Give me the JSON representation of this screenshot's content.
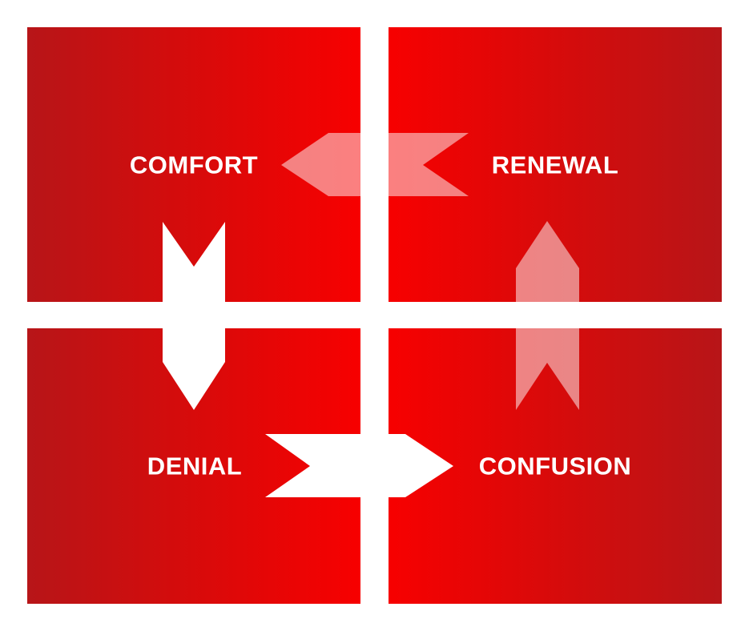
{
  "diagram": {
    "stages": {
      "top_left": "COMFORT",
      "top_right": "RENEWAL",
      "bottom_left": "DENIAL",
      "bottom_right": "CONFUSION"
    },
    "colors": {
      "quadrant_dark": "#b71518",
      "quadrant_bright": "#f70000",
      "arrow_solid": "#ffffff",
      "arrow_translucent": "#ff9a9a"
    },
    "flow": [
      {
        "from": "COMFORT",
        "to": "DENIAL",
        "style": "solid"
      },
      {
        "from": "DENIAL",
        "to": "CONFUSION",
        "style": "solid"
      },
      {
        "from": "CONFUSION",
        "to": "RENEWAL",
        "style": "translucent"
      },
      {
        "from": "RENEWAL",
        "to": "COMFORT",
        "style": "translucent"
      }
    ]
  }
}
